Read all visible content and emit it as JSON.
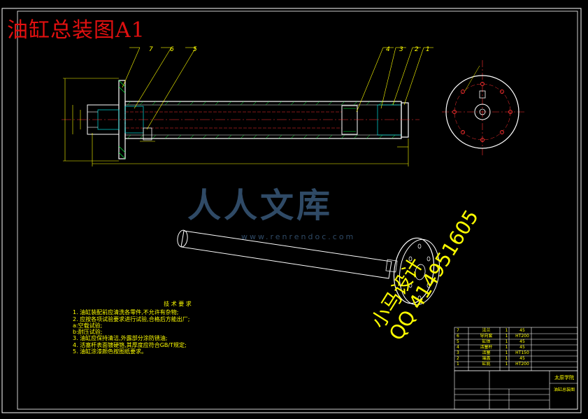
{
  "drawing_title": "油缸总装图A1",
  "balloons": [
    "7",
    "6",
    "5",
    "4",
    "3",
    "2",
    "1"
  ],
  "notes_heading": "技 术 要 求",
  "notes": [
    "1. 油缸装配前应清洗各零件,不允许有杂物;",
    "2. 应按各项试验要求进行试验,合格后方能出厂;",
    "   a:空载试验;",
    "   b:耐压试验;",
    "3. 油缸应保持清洁,外露部分涂防锈油;",
    "4. 活塞杆表面镀硬铬,其厚度应符合GB/T规定;",
    "5. 油缸涂漆颜色按图纸要求。"
  ],
  "bom": [
    {
      "no": "7",
      "name": "法兰",
      "qty": "1",
      "mat": "45"
    },
    {
      "no": "6",
      "name": "导向套",
      "qty": "1",
      "mat": "HT200"
    },
    {
      "no": "5",
      "name": "缸体",
      "qty": "1",
      "mat": "45"
    },
    {
      "no": "4",
      "name": "活塞杆",
      "qty": "1",
      "mat": "45"
    },
    {
      "no": "3",
      "name": "活塞",
      "qty": "1",
      "mat": "HT150"
    },
    {
      "no": "2",
      "name": "端盖",
      "qty": "1",
      "mat": "45"
    },
    {
      "no": "1",
      "name": "缸底",
      "qty": "1",
      "mat": "HT200"
    }
  ],
  "title_block": {
    "school": "太原学院",
    "drawing_name": "油缸总装图"
  },
  "watermark": {
    "site": "人人文库",
    "url": "www.renrendoc.com",
    "side_line1": "小马设计",
    "side_line2": "QQ 414951605"
  },
  "colors": {
    "frame": "#ffffff",
    "outline": "#ffffff",
    "leader": "#ffff00",
    "dimension": "#ffff00",
    "hatch": "#00ff40",
    "centerline": "#ff3030",
    "bolt": "#ff3030",
    "text_yellow": "#ffff00",
    "cyan": "#00e0e0"
  }
}
